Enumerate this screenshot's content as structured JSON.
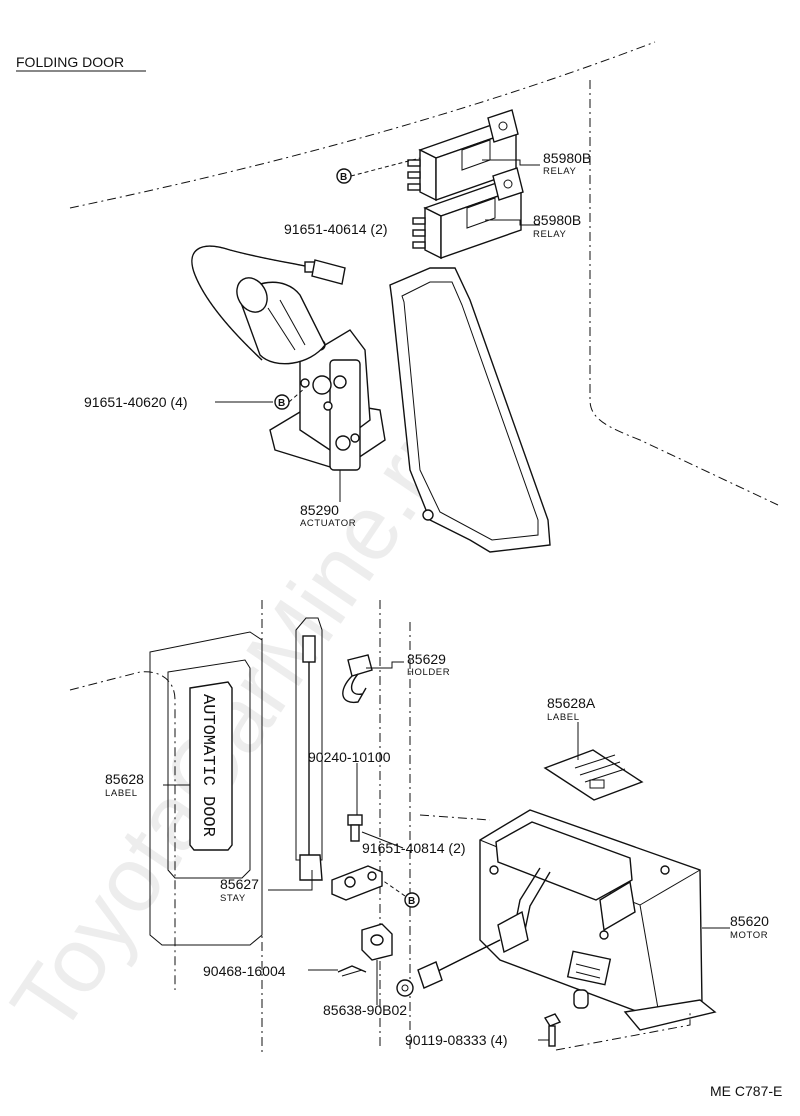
{
  "title": "FOLDING DOOR",
  "diagram_code": "ME C787-E",
  "watermark": "ToyotaCarMine.ru",
  "bolt_marker": "B",
  "label_door_text": "AUTOMATIC DOOR",
  "parts": {
    "relay_upper": {
      "number": "85980B",
      "name": "RELAY"
    },
    "relay_lower": {
      "number": "85980B",
      "name": "RELAY"
    },
    "relay_bolt": {
      "number": "91651-40614 (2)"
    },
    "actuator_bolt": {
      "number": "91651-40620 (4)"
    },
    "actuator": {
      "number": "85290",
      "name": "ACTUATOR"
    },
    "holder": {
      "number": "85629",
      "name": "HOLDER"
    },
    "screw": {
      "number": "90240-10100"
    },
    "label_door": {
      "number": "85628",
      "name": "LABEL"
    },
    "stay_bolt": {
      "number": "91651-40814 (2)"
    },
    "stay": {
      "number": "85627",
      "name": "STAY"
    },
    "clip": {
      "number": "90468-16004"
    },
    "cushion": {
      "number": "85638-90B02"
    },
    "motor_label": {
      "number": "85628A",
      "name": "LABEL"
    },
    "motor": {
      "number": "85620",
      "name": "MOTOR"
    },
    "motor_bolt": {
      "number": "90119-08333 (4)"
    }
  }
}
